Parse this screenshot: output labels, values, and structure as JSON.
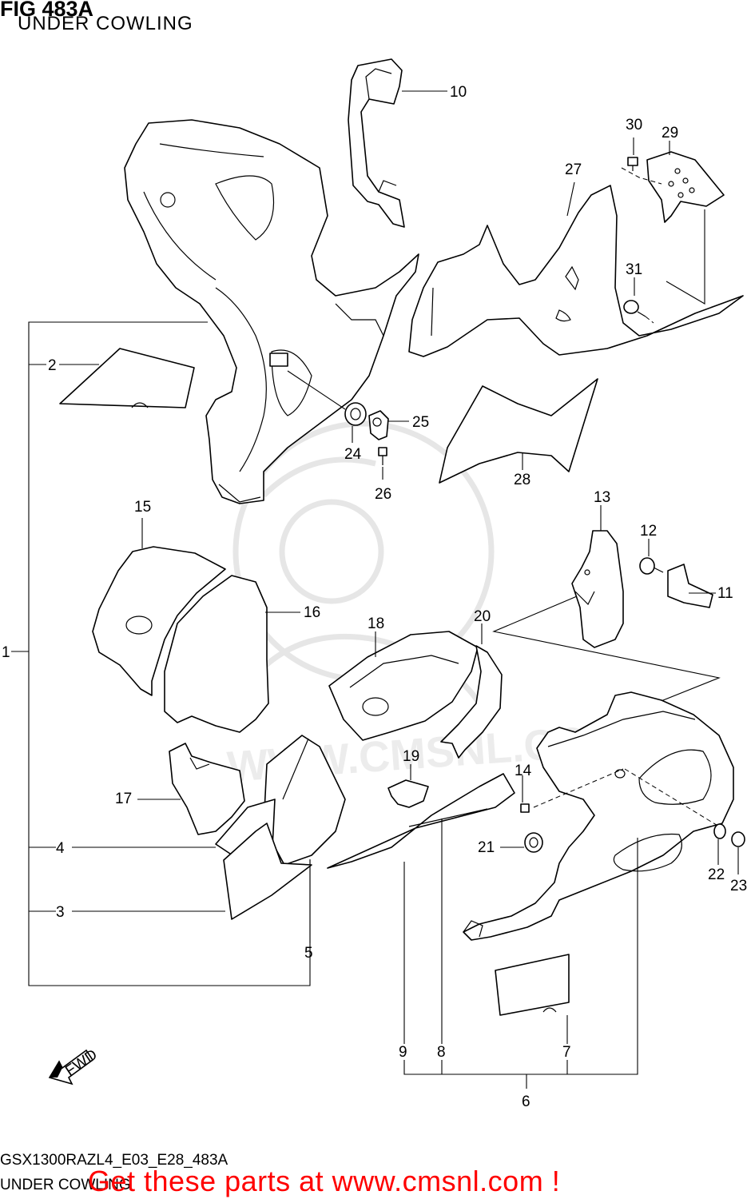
{
  "header": {
    "title": "FIG 483A",
    "subtitle": "UNDER COWLING"
  },
  "footer": {
    "model_code": "GSX1300RAZL4_E03_E28_483A",
    "section_name": "UNDER COWLING",
    "promo": "Get these parts at www.cmsnl.com !"
  },
  "watermark": {
    "text": "WWW.CMSNL.COM",
    "color": "#e6e6e6"
  },
  "fwd_badge": "FWD",
  "callouts": [
    "1",
    "2",
    "3",
    "4",
    "5",
    "6",
    "7",
    "8",
    "9",
    "10",
    "11",
    "12",
    "13",
    "14",
    "15",
    "16",
    "17",
    "18",
    "19",
    "20",
    "21",
    "22",
    "23",
    "24",
    "25",
    "26",
    "27",
    "28",
    "29",
    "30",
    "31"
  ]
}
